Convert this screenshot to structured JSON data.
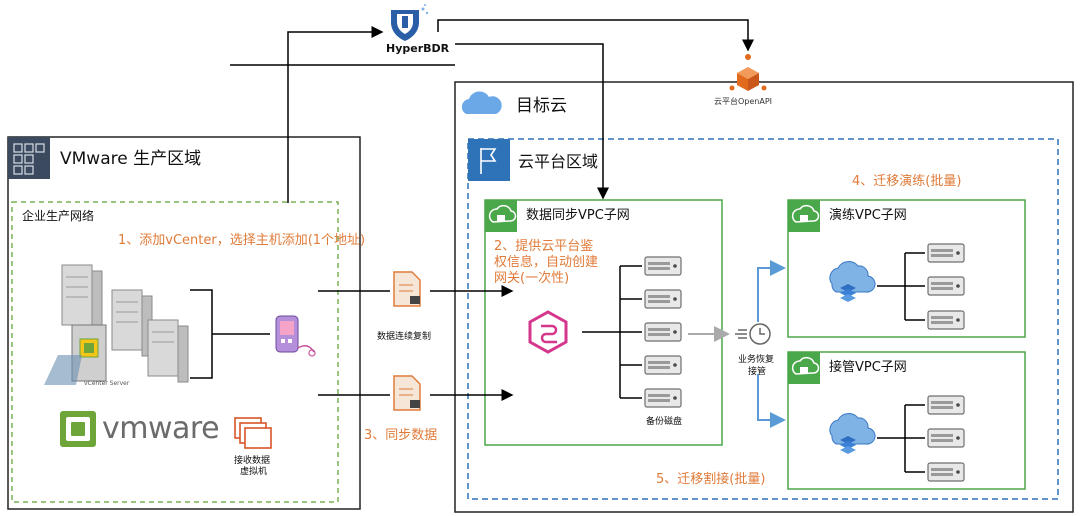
{
  "hyperbdr": {
    "label": "HyperBDR"
  },
  "openapi": {
    "label": "云平台OpenAPI"
  },
  "vmware_region": {
    "title": "VMware 生产区域"
  },
  "enterprise_network": {
    "title": "企业生产网络"
  },
  "target_cloud": {
    "title": "目标云"
  },
  "cloud_platform_region": {
    "title": "云平台区域"
  },
  "sync_vpc": {
    "title": "数据同步VPC子网",
    "disk_label": "备份磁盘"
  },
  "drill_vpc": {
    "title": "演练VPC子网"
  },
  "takeover_vpc": {
    "title": "接管VPC子网"
  },
  "vcenter_server": {
    "label": "vCenter Server"
  },
  "vmware_logo": {
    "text": "vmware"
  },
  "receiver_vm": {
    "line1": "接收数据",
    "line2": "虚拟机"
  },
  "replication": {
    "label": "数据连续复制"
  },
  "recovery": {
    "line1": "业务恢复",
    "line2": "接管"
  },
  "steps": {
    "s1": "1、添加vCenter，选择主机添加(1个地址)",
    "s2_line1": "2、提供云平台鉴",
    "s2_line2": "权信息，自动创建",
    "s2_line3": "网关(一次性)",
    "s3": "3、同步数据",
    "s4": "4、迁移演练(批量)",
    "s5": "5、迁移割接(批量)"
  },
  "colors": {
    "step": "#e07b39",
    "vpc_green": "#4aa74a",
    "aws_blue": "#2e73b8",
    "flow_blue": "#5b9bd5",
    "dashed_green": "#77b255"
  }
}
